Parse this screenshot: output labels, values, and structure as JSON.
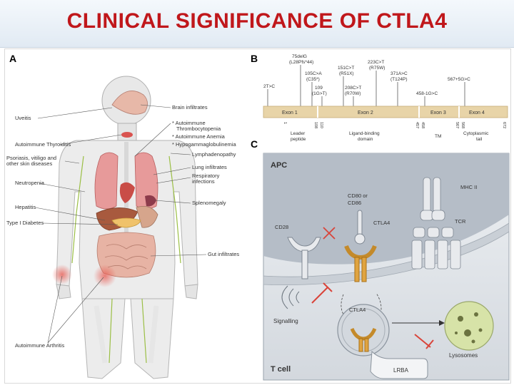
{
  "slide": {
    "title": "CLINICAL SIGNIFICANCE OF CTLA4"
  },
  "panel_a": {
    "letter": "A",
    "left_labels": [
      "Uveitis",
      "Autoimmune Thyroiditis",
      "Psoriasis, vitiligo and",
      "other skin diseases",
      "Neutropenia",
      "Hepatitis",
      "Type I Diabetes",
      "Autoimmune Arthritis"
    ],
    "right_labels": [
      "Brain infiltrates",
      "* Autoimmune",
      "Thrombocytopenia",
      "* Autoimmune Anemia",
      "* Hypogammaglobulinemia",
      "Lymphadenopathy",
      "Lung infiltrates",
      "Respiratory",
      "infections",
      "Splenomegaly",
      "Gut infiltrates"
    ]
  },
  "panel_b": {
    "letter": "B",
    "exons": [
      "Exon 1",
      "Exon 2",
      "Exon 3",
      "Exon 4"
    ],
    "mutations": [
      "75delG",
      "(L28Pfs*44)",
      "105C>A",
      "(C35*)",
      "151C>T",
      "(R51X)",
      "223C>T",
      "(R75W)",
      "371A>C",
      "(T124P)",
      "567+5G>C",
      "2T>C",
      "109",
      "(1G>T)",
      "208C>T",
      "(R70W)",
      "458-1G>C"
    ],
    "positions": [
      "1",
      "108",
      "110",
      "457",
      "458",
      "567",
      "568",
      "672"
    ],
    "domains": [
      "Leader",
      "peptide",
      "Ligand-binding",
      "domain",
      "TM",
      "Cytoplasmic",
      "tail"
    ]
  },
  "panel_c": {
    "letter": "C",
    "labels": {
      "apc": "APC",
      "cd80": "CD80 or",
      "cd86": "CD86",
      "mhc": "MHC II",
      "cd28": "CD28",
      "ctla4": "CTLA4",
      "tcr": "TCR",
      "signalling": "Signalling",
      "ctla4_vesicle": "CTLA4",
      "lysosomes": "Lysosomes",
      "tcell": "T cell",
      "lrba": "LRBA"
    }
  },
  "colors": {
    "title": "#c0171b",
    "exon_bar": "#e8d4a8",
    "apc_cell": "#b5bdc7",
    "tcell": "#dfe3e8",
    "inhibition": "#d9443a",
    "lysosome": "#d7e3a8"
  }
}
